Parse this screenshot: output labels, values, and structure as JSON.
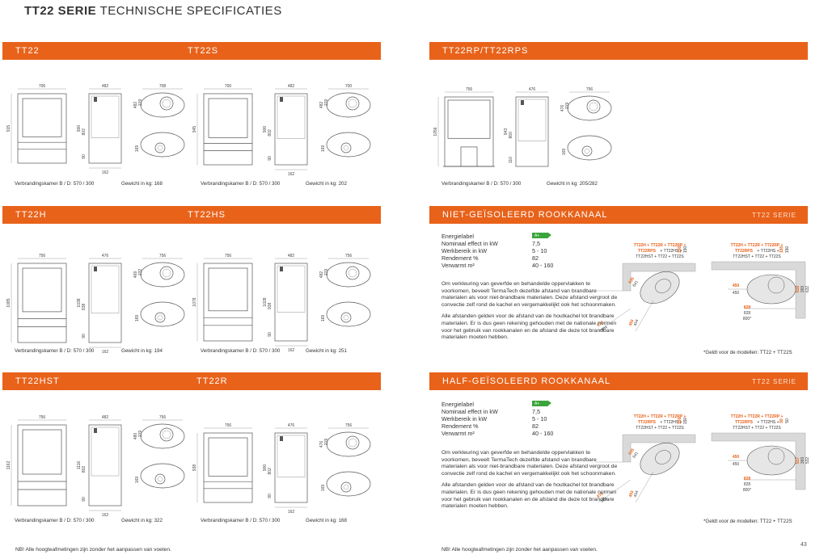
{
  "page_title": {
    "bold": "TT22 SERIE",
    "rest": "TECHNISCHE SPECIFICATIES"
  },
  "bars": {
    "row1_left_a": "TT22",
    "row1_left_b": "TT22S",
    "row1_right": "TT22RP/TT22RPS",
    "row2_left_a": "TT22H",
    "row2_left_b": "TT22HS",
    "row3_left_a": "TT22HST",
    "row3_left_b": "TT22R",
    "niet": "NIET-GEÏSOLEERD ROOKKANAAL",
    "half": "HALF-GEÏSOLEERD ROOKKANAAL",
    "serie": "TT22 SERIE"
  },
  "captions": {
    "tt22_kamer": "Verbrandingskamer B / D: 570 / 300",
    "tt22_gewicht": "Gewicht in kg: 168",
    "tt22s_kamer": "Verbrandingskamer B / D: 570 / 300",
    "tt22s_gewicht": "Gewicht in kg: 202",
    "rp_kamer": "Verbrandingskamer B / D: 570 / 300",
    "rp_gewicht": "Gewicht in kg: 205/282",
    "tt22h_kamer": "Verbrandingskamer B / D: 570 / 300",
    "tt22h_gewicht": "Gewicht in kg: 194",
    "tt22hs_kamer": "Verbrandingskamer B / D: 570 / 300",
    "tt22hs_gewicht": "Gewicht in kg: 251",
    "hst_kamer": "Verbrandingskamer B / D: 570 / 300",
    "hst_gewicht": "Gewicht in kg: 322",
    "r_kamer": "Verbrandingskamer B / D: 570 / 300",
    "r_gewicht": "Gewicht in kg: 168"
  },
  "drawings": {
    "tt22": {
      "w": "706",
      "h": "915",
      "side_w": "482",
      "h2": "900",
      "h3": "802",
      "h4": "90",
      "depth": "162",
      "top_w": "708",
      "top_a": "219",
      "top_b": "482",
      "bot": "169"
    },
    "tt22s": {
      "w": "700",
      "h": "945",
      "side_w": "482",
      "h2": "900",
      "h3": "802",
      "h4": "90",
      "depth": "162",
      "top_w": "700",
      "top_a": "219",
      "top_b": "482",
      "bot": "169"
    },
    "rp": {
      "w": "756",
      "h": "1056",
      "side_w": "476",
      "h2": "943",
      "h3": "860",
      "h4": "110",
      "top_w": "756",
      "top_a": "219",
      "top_b": "476",
      "bot": "169"
    },
    "tt22h": {
      "w": "756",
      "h": "1085",
      "side_w": "476",
      "h2": "1038",
      "h3": "938",
      "h4": "90",
      "depth": "162",
      "top_w": "756",
      "top_a": "232",
      "top_b": "469",
      "bot": "169"
    },
    "tt22hs": {
      "w": "756",
      "h": "1078",
      "side_w": "482",
      "h2": "1028",
      "h3": "938",
      "h4": "90",
      "depth": "162",
      "top_w": "756",
      "top_a": "219",
      "top_b": "482",
      "bot": "169"
    },
    "hst": {
      "w": "756",
      "h": "1162",
      "side_w": "482",
      "h2": "1116",
      "h3": "802",
      "h4": "90",
      "depth": "162",
      "top_w": "756",
      "top_a": "219",
      "top_b": "480",
      "bot": "169"
    },
    "r": {
      "w": "756",
      "h": "938",
      "side_w": "476",
      "h2": "900",
      "h3": "802",
      "h4": "90",
      "depth": "162",
      "top_w": "756",
      "top_a": "219",
      "top_b": "476",
      "bot": "169"
    }
  },
  "niet": {
    "specs": [
      {
        "k": "Energielabel",
        "v": "A+"
      },
      {
        "k": "Nominaal effect in kW",
        "v": "7,5"
      },
      {
        "k": "Werkbereik in kW",
        "v": "5 - 10"
      },
      {
        "k": "Rendement %",
        "v": "82"
      },
      {
        "k": "Verwarmt m²",
        "v": "40 - 160"
      }
    ],
    "p1": "Om verkleuring van geverfde en behandelde oppervlakken te voorkomen, beveelt TermaTech dezelfde afstand van brandbare materialen als voor niet-brandbare materialen. Deze afstand vergroot de convectie zelf rond de kachel en vergemakkelijkt ook het schoonmaken.",
    "p2": "Alle afstanden gelden voor de afstand van de houtkachel tot brandbare materialen. Er is dus geen rekening gehouden met de nationale normen voor het gebruik van rookkanalen en de afstand die deze tot brandbare materialen moeten hebben.",
    "d1": {
      "m1": "TT22H + TT22R + TT22RP +",
      "m2": "TT22RPS",
      "m3": "+ TT22HS +",
      "m4": "TT22HST + TT22 + TT22S",
      "a": "150",
      "b": "150",
      "c": "635",
      "d": "641",
      "e": "870",
      "f": "904",
      "g": "453",
      "h": "454"
    },
    "d2": {
      "m1": "TT22H + TT22R + TT22RP +",
      "m2": "TT22RPS",
      "m3": "+ TT22HS +",
      "m4": "TT22HST + TT22 + TT22S",
      "a": "150",
      "b": "150",
      "c": "450",
      "d": "450",
      "e": "619",
      "f": "369",
      "g": "632",
      "h": "828",
      "i": "828",
      "j": "800*"
    },
    "note": "*Geldt voor de modellen: TT22 + TT22S"
  },
  "half": {
    "specs": [
      {
        "k": "Energielabel",
        "v": "A+"
      },
      {
        "k": "Nominaal effect in kW",
        "v": "7,5"
      },
      {
        "k": "Werkbereik in kW",
        "v": "5 - 10"
      },
      {
        "k": "Rendement %",
        "v": "82"
      },
      {
        "k": "Verwarmt m²",
        "v": "40 - 160"
      }
    ],
    "p1": "Om verkleuring van geverfde en behandelde oppervlakken te voorkomen, beveelt TermaTech dezelfde afstand van brandbare materialen als voor niet-brandbare materialen. Deze afstand vergroot de convectie zelf rond de kachel en vergemakkelijkt ook het schoonmaken.",
    "p2": "Alle afstanden gelden voor de afstand van de houtkachel tot brandbare materialen. Er is dus geen rekening gehouden met de nationale normen voor het gebruik van rookkanalen en de afstand die deze tot brandbare materialen moeten hebben.",
    "d1": {
      "m1": "TT22H + TT22R + TT22RP +",
      "m2": "TT22RPS",
      "m3": "+ TT22HS +",
      "m4": "TT22HST + TT22 + TT22S",
      "a": "150",
      "b": "150",
      "c": "635",
      "d": "641",
      "e": "870",
      "f": "904",
      "g": "453",
      "h": "454"
    },
    "d2": {
      "m1": "TT22H + TT22R + TT22RP +",
      "m2": "TT22RPS",
      "m3": "+ TT22HS +",
      "m4": "TT22HST + TT22 + TT22S",
      "a": "50",
      "b": "50",
      "c": "450",
      "d": "450",
      "e": "517",
      "f": "369",
      "g": "532",
      "h": "828",
      "i": "828",
      "j": "800*"
    },
    "note": "*Geldt voor de modellen: TT22 + TT22S"
  },
  "footnote": "NB! Alle hoogteafmetingen zijn zonder het aanpassen van voeten.",
  "page_number": "43",
  "colors": {
    "accent": "#e8621a",
    "energy": "#3aa53a"
  }
}
